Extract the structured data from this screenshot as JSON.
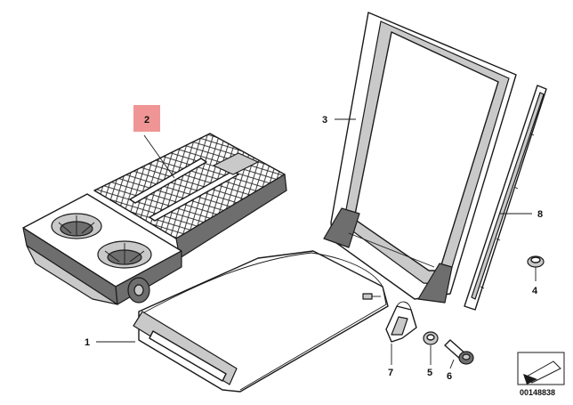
{
  "accent_color": "#f09595",
  "callouts": [
    {
      "id": "1",
      "label": "1"
    },
    {
      "id": "2",
      "label": "2",
      "highlighted": true
    },
    {
      "id": "3",
      "label": "3"
    },
    {
      "id": "4",
      "label": "4"
    },
    {
      "id": "5",
      "label": "5"
    },
    {
      "id": "6",
      "label": "6"
    },
    {
      "id": "7",
      "label": "7"
    },
    {
      "id": "8",
      "label": "8"
    }
  ],
  "diagram_number": "00148838"
}
